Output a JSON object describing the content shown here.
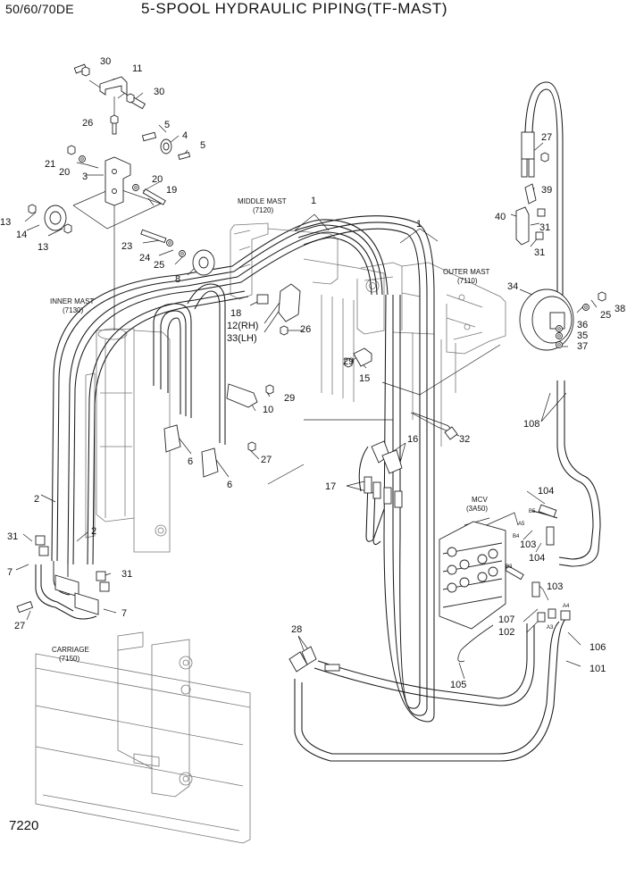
{
  "header": {
    "model": "50/60/70DE",
    "title": "5-SPOOL HYDRAULIC PIPING(TF-MAST)"
  },
  "page_code": "7220",
  "assemblies": {
    "middle_mast": [
      "MIDDLE MAST",
      "(7120)"
    ],
    "outer_mast": [
      "OUTER MAST",
      "(7110)"
    ],
    "inner_mast": [
      "INNER MAST",
      "(7130)"
    ],
    "carriage": [
      "CARRIAGE",
      "(7150)"
    ],
    "mcv": [
      "MCV",
      "(3A50)"
    ]
  },
  "port_labels": [
    "B5",
    "A5",
    "B4",
    "B3",
    "A3",
    "A4"
  ],
  "callouts": [
    {
      "id": "c30a",
      "text": "30"
    },
    {
      "id": "c11",
      "text": "11"
    },
    {
      "id": "c30b",
      "text": "30"
    },
    {
      "id": "c26a",
      "text": "26"
    },
    {
      "id": "c5a",
      "text": "5"
    },
    {
      "id": "c4",
      "text": "4"
    },
    {
      "id": "c5b",
      "text": "5"
    },
    {
      "id": "c21",
      "text": "21"
    },
    {
      "id": "c20a",
      "text": "20"
    },
    {
      "id": "c3",
      "text": "3"
    },
    {
      "id": "c20b",
      "text": "20"
    },
    {
      "id": "c19",
      "text": "19"
    },
    {
      "id": "c13a",
      "text": "13"
    },
    {
      "id": "c14",
      "text": "14"
    },
    {
      "id": "c13b",
      "text": "13"
    },
    {
      "id": "c23",
      "text": "23"
    },
    {
      "id": "c24",
      "text": "24"
    },
    {
      "id": "c25a",
      "text": "25"
    },
    {
      "id": "c8",
      "text": "8"
    },
    {
      "id": "c1a",
      "text": "1"
    },
    {
      "id": "c1b",
      "text": "1"
    },
    {
      "id": "c27a",
      "text": "27"
    },
    {
      "id": "c39",
      "text": "39"
    },
    {
      "id": "c40",
      "text": "40"
    },
    {
      "id": "c31a",
      "text": "31"
    },
    {
      "id": "c31b",
      "text": "31"
    },
    {
      "id": "c34",
      "text": "34"
    },
    {
      "id": "c25b",
      "text": "25"
    },
    {
      "id": "c38",
      "text": "38"
    },
    {
      "id": "c36",
      "text": "36"
    },
    {
      "id": "c35",
      "text": "35"
    },
    {
      "id": "c37",
      "text": "37"
    },
    {
      "id": "c18",
      "text": "18"
    },
    {
      "id": "c12",
      "text": "12(RH)"
    },
    {
      "id": "c33",
      "text": "33(LH)"
    },
    {
      "id": "c26b",
      "text": "26"
    },
    {
      "id": "c29a",
      "text": "29"
    },
    {
      "id": "c15",
      "text": "15"
    },
    {
      "id": "c29b",
      "text": "29"
    },
    {
      "id": "c10",
      "text": "10"
    },
    {
      "id": "c6a",
      "text": "6"
    },
    {
      "id": "c27b",
      "text": "27"
    },
    {
      "id": "c6b",
      "text": "6"
    },
    {
      "id": "c32",
      "text": "32"
    },
    {
      "id": "c108",
      "text": "108"
    },
    {
      "id": "c16",
      "text": "16"
    },
    {
      "id": "c17",
      "text": "17"
    },
    {
      "id": "c104a",
      "text": "104"
    },
    {
      "id": "c103a",
      "text": "103"
    },
    {
      "id": "c104b",
      "text": "104"
    },
    {
      "id": "c103b",
      "text": "103"
    },
    {
      "id": "c107",
      "text": "107"
    },
    {
      "id": "c102",
      "text": "102"
    },
    {
      "id": "c106",
      "text": "106"
    },
    {
      "id": "c101",
      "text": "101"
    },
    {
      "id": "c105",
      "text": "105"
    },
    {
      "id": "c28",
      "text": "28"
    },
    {
      "id": "c2a",
      "text": "2"
    },
    {
      "id": "c2b",
      "text": "2"
    },
    {
      "id": "c31c",
      "text": "31"
    },
    {
      "id": "c7a",
      "text": "7"
    },
    {
      "id": "c31d",
      "text": "31"
    },
    {
      "id": "c27c",
      "text": "27"
    },
    {
      "id": "c7b",
      "text": "7"
    }
  ]
}
